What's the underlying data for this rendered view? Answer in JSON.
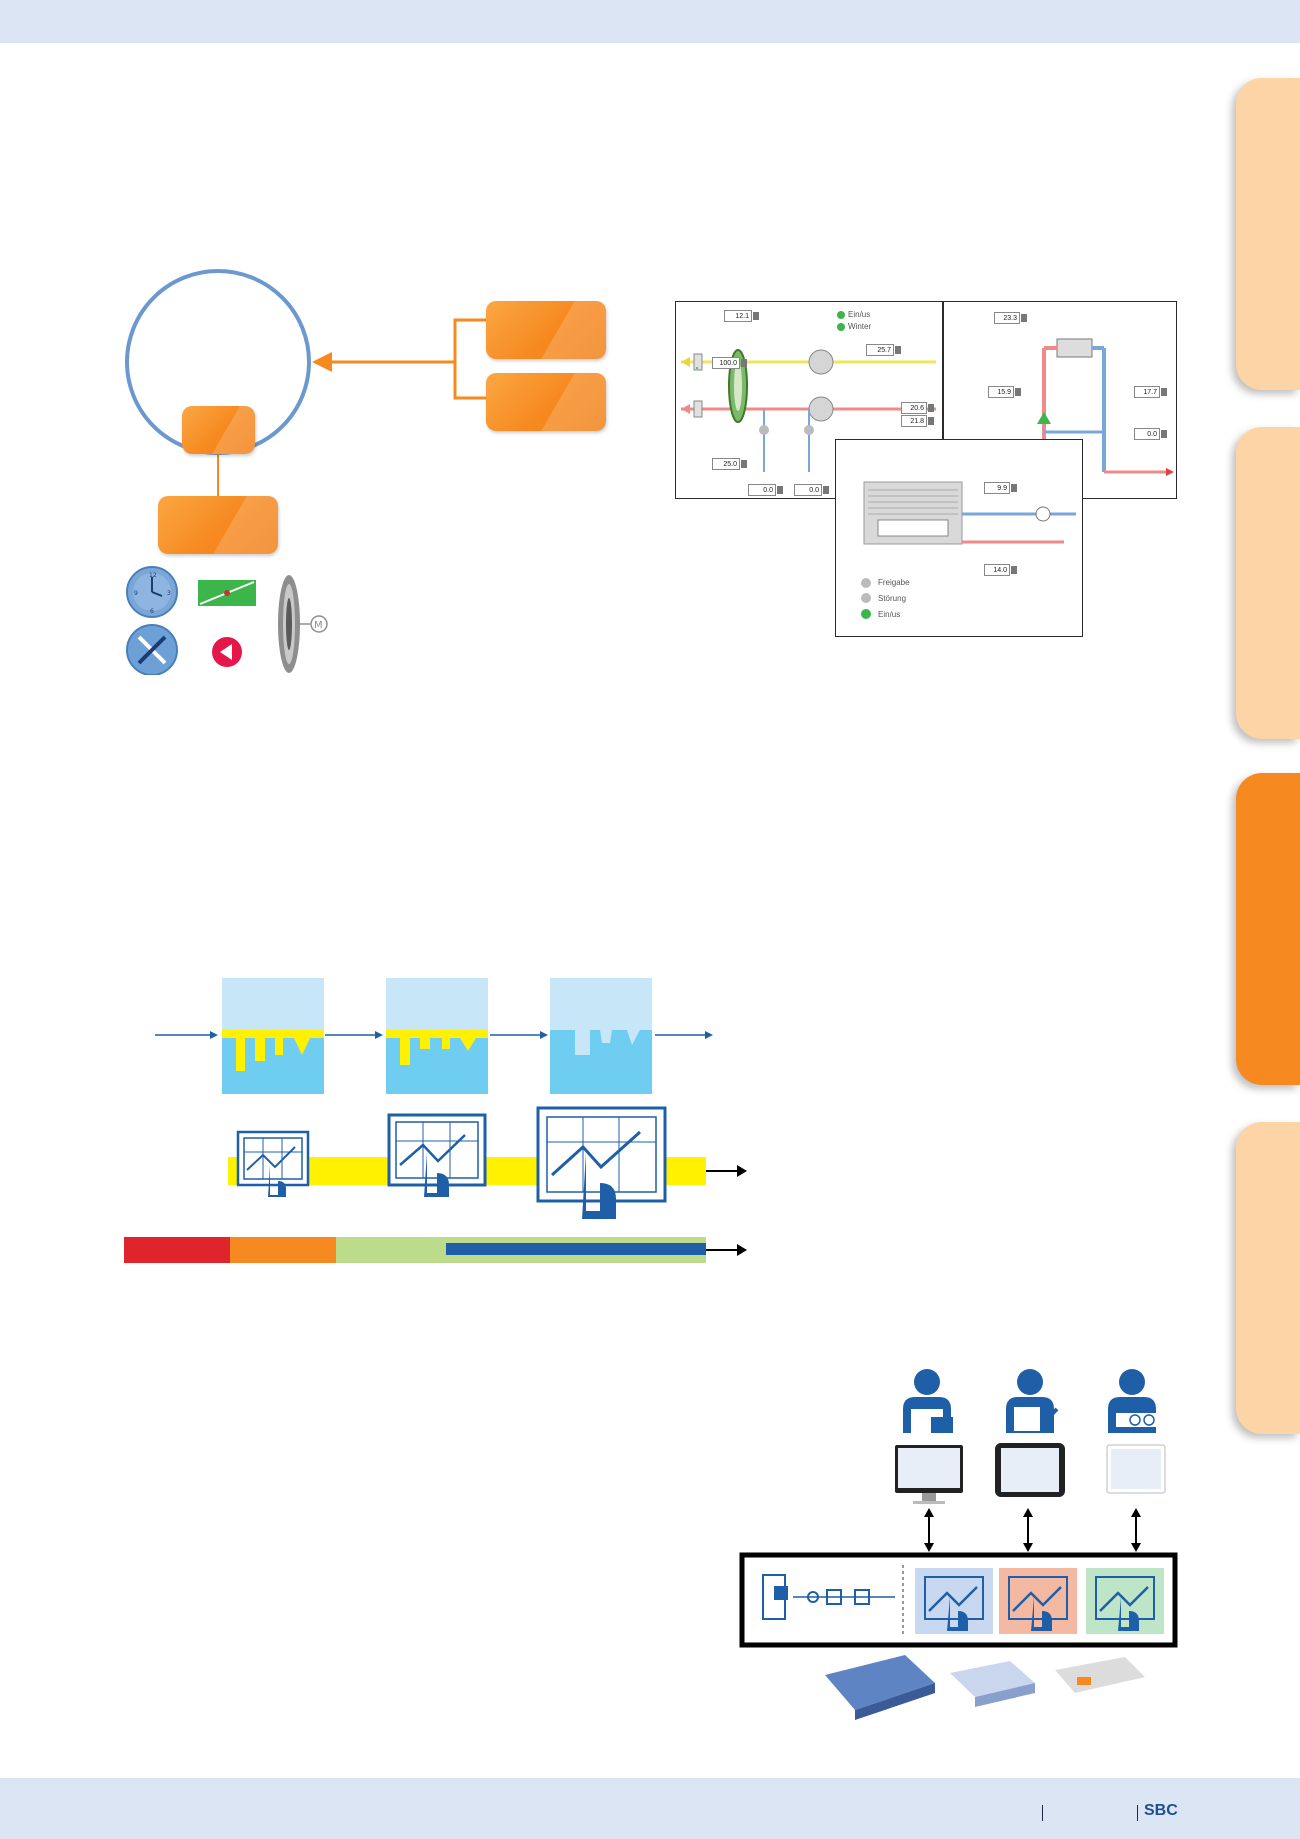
{
  "hmi": {
    "ahu": {
      "v1": "12.1",
      "v2": "25.7",
      "v3": "100.0",
      "v4": "20.6",
      "v5": "21.8",
      "v6": "25.0",
      "v7": "0.0",
      "v8": "0.0",
      "status1": "Ein/us",
      "status2": "Winter"
    },
    "heating": {
      "v1": "23.3",
      "v2": "15.9",
      "v3": "17.7",
      "v4": "0.0"
    },
    "chiller": {
      "v1": "9.9",
      "v2": "14.0",
      "status_release": "Freigabe",
      "status_fault": "Störung",
      "status_on": "Ein/us"
    }
  },
  "footer": {
    "brand": "SBC"
  },
  "colors": {
    "orange": "#f6891f",
    "tab_light": "#fdd4a6",
    "tab_active": "#f6891f",
    "blue": "#1f5fa8",
    "band_yellow": "#fff100",
    "water_light": "#c7e6f7",
    "water": "#6fcdf2"
  }
}
